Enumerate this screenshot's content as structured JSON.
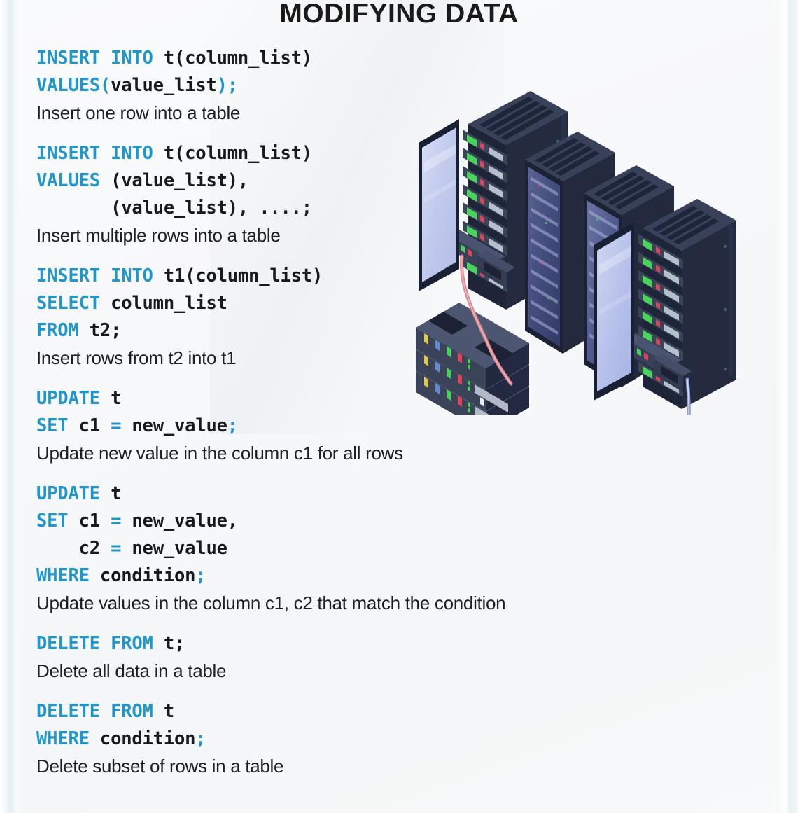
{
  "page": {
    "title": "MODIFYING DATA",
    "background_color": "#f7f8fa",
    "keyword_color": "#2196ca",
    "text_color": "#1d1f22"
  },
  "code_blocks": [
    {
      "id": "insert-one-row",
      "lines": [
        [
          {
            "t": "INSERT INTO",
            "c": "kw"
          },
          {
            "t": " t(column_list)",
            "c": "plain"
          }
        ],
        [
          {
            "t": "VALUES",
            "c": "kw"
          },
          {
            "t": "(",
            "c": "punc"
          },
          {
            "t": "value_list",
            "c": "plain"
          },
          {
            "t": ");",
            "c": "punc"
          }
        ]
      ],
      "description": "Insert one row into a table"
    },
    {
      "id": "insert-multiple-rows",
      "lines": [
        [
          {
            "t": "INSERT INTO",
            "c": "kw"
          },
          {
            "t": " t(column_list)",
            "c": "plain"
          }
        ],
        [
          {
            "t": "VALUES",
            "c": "kw"
          },
          {
            "t": " (value_list),",
            "c": "plain"
          }
        ],
        [
          {
            "t": "       (value_list), ....;",
            "c": "plain"
          }
        ]
      ],
      "description": "Insert multiple rows into a table"
    },
    {
      "id": "insert-from-select",
      "lines": [
        [
          {
            "t": "INSERT INTO",
            "c": "kw"
          },
          {
            "t": " t1(column_list)",
            "c": "plain"
          }
        ],
        [
          {
            "t": "SELECT",
            "c": "kw"
          },
          {
            "t": " column_list",
            "c": "plain"
          }
        ],
        [
          {
            "t": "FROM",
            "c": "kw"
          },
          {
            "t": " t2;",
            "c": "plain"
          }
        ]
      ],
      "description": "Insert rows from t2 into t1"
    },
    {
      "id": "update-all-rows",
      "lines": [
        [
          {
            "t": "UPDATE",
            "c": "kw"
          },
          {
            "t": " t",
            "c": "plain"
          }
        ],
        [
          {
            "t": "SET",
            "c": "kw"
          },
          {
            "t": " c1 ",
            "c": "plain"
          },
          {
            "t": "=",
            "c": "punc"
          },
          {
            "t": " new_value",
            "c": "plain"
          },
          {
            "t": ";",
            "c": "punc"
          }
        ]
      ],
      "description": "Update new value in the column c1 for all rows"
    },
    {
      "id": "update-with-condition",
      "lines": [
        [
          {
            "t": "UPDATE",
            "c": "kw"
          },
          {
            "t": " t",
            "c": "plain"
          }
        ],
        [
          {
            "t": "SET",
            "c": "kw"
          },
          {
            "t": " c1 ",
            "c": "plain"
          },
          {
            "t": "=",
            "c": "punc"
          },
          {
            "t": " new_value,",
            "c": "plain"
          }
        ],
        [
          {
            "t": "    c2 ",
            "c": "plain"
          },
          {
            "t": "=",
            "c": "punc"
          },
          {
            "t": " new_value",
            "c": "plain"
          }
        ],
        [
          {
            "t": "WHERE",
            "c": "kw"
          },
          {
            "t": " condition",
            "c": "plain"
          },
          {
            "t": ";",
            "c": "punc"
          }
        ]
      ],
      "description": "Update values in the column c1, c2 that match the condition"
    },
    {
      "id": "delete-all-data",
      "lines": [
        [
          {
            "t": "DELETE FROM",
            "c": "kw"
          },
          {
            "t": " t;",
            "c": "plain"
          }
        ]
      ],
      "description": "Delete all data in a table"
    },
    {
      "id": "delete-subset",
      "lines": [
        [
          {
            "t": "DELETE FROM",
            "c": "kw"
          },
          {
            "t": " t",
            "c": "plain"
          }
        ],
        [
          {
            "t": "WHERE",
            "c": "kw"
          },
          {
            "t": " condition",
            "c": "plain"
          },
          {
            "t": ";",
            "c": "punc"
          }
        ]
      ],
      "description": "Delete subset of rows in a table"
    }
  ],
  "illustration": {
    "name": "server-racks-illustration",
    "description": "Isometric data center server racks with open glass doors, connected by cables to a small stacked server unit",
    "colors": {
      "rack_body": "#2b3348",
      "rack_dark": "#1c2234",
      "rack_top": "#39415a",
      "glass_door": "#c7cff0",
      "led_green": "#49d25c",
      "led_red": "#d8465c",
      "cable_pink": "#d98a93",
      "cable_blue": "#9aa6d8"
    },
    "rack_count": 4,
    "small_stack_units": 3
  }
}
